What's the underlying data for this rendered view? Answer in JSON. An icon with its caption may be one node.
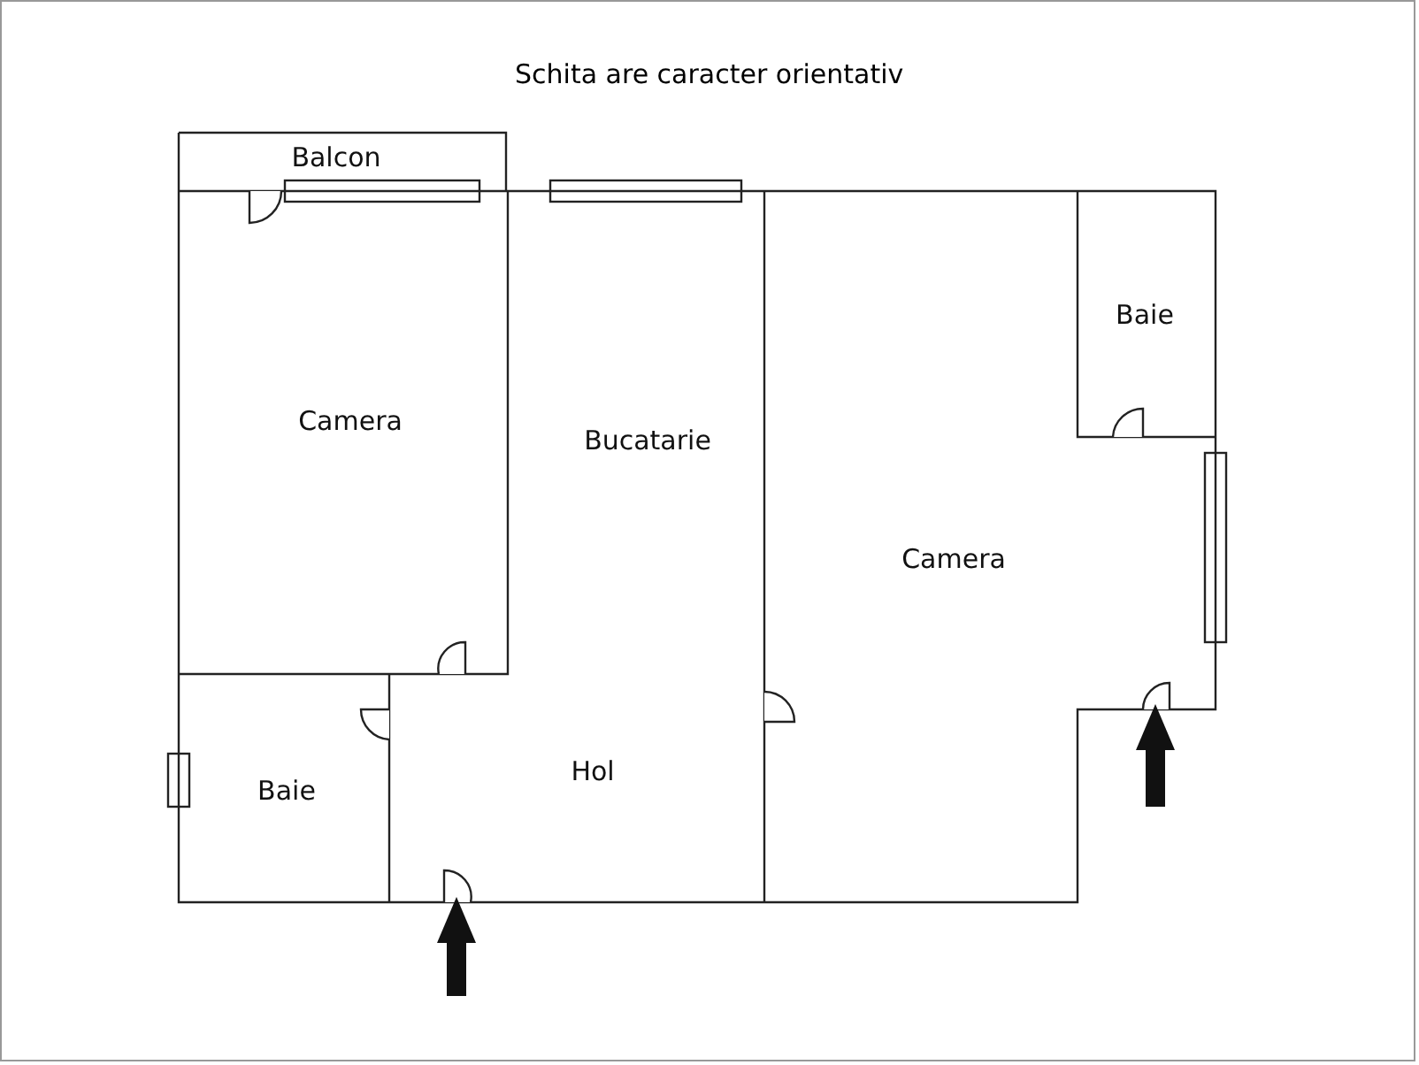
{
  "diagram": {
    "title": "Schita are caracter orientativ",
    "nodes": [
      {
        "text": [
          "Balcon"
        ]
      },
      {
        "text": [
          "Camera"
        ]
      },
      {
        "text": [
          "Bucatarie"
        ]
      },
      {
        "text": [
          "Baie"
        ]
      },
      {
        "text": [
          "Camera"
        ]
      },
      {
        "text": [
          "Baie"
        ]
      },
      {
        "text": [
          "Hol"
        ]
      }
    ],
    "edges": [
      {
        "from": null,
        "to": 6,
        "arrow": "to"
      },
      {
        "from": null,
        "to": 4,
        "arrow": "to"
      }
    ]
  }
}
